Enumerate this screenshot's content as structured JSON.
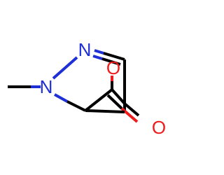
{
  "molecule": {
    "atoms": {
      "n_ring": "N",
      "n_methyl": "N",
      "o_bridge": "O",
      "o_carbonyl": "O"
    }
  },
  "colors": {
    "nitrogen": "#1e2fd6",
    "oxygen": "#ee1c1c",
    "carbon_bond": "#000000",
    "background": "#ffffff"
  }
}
